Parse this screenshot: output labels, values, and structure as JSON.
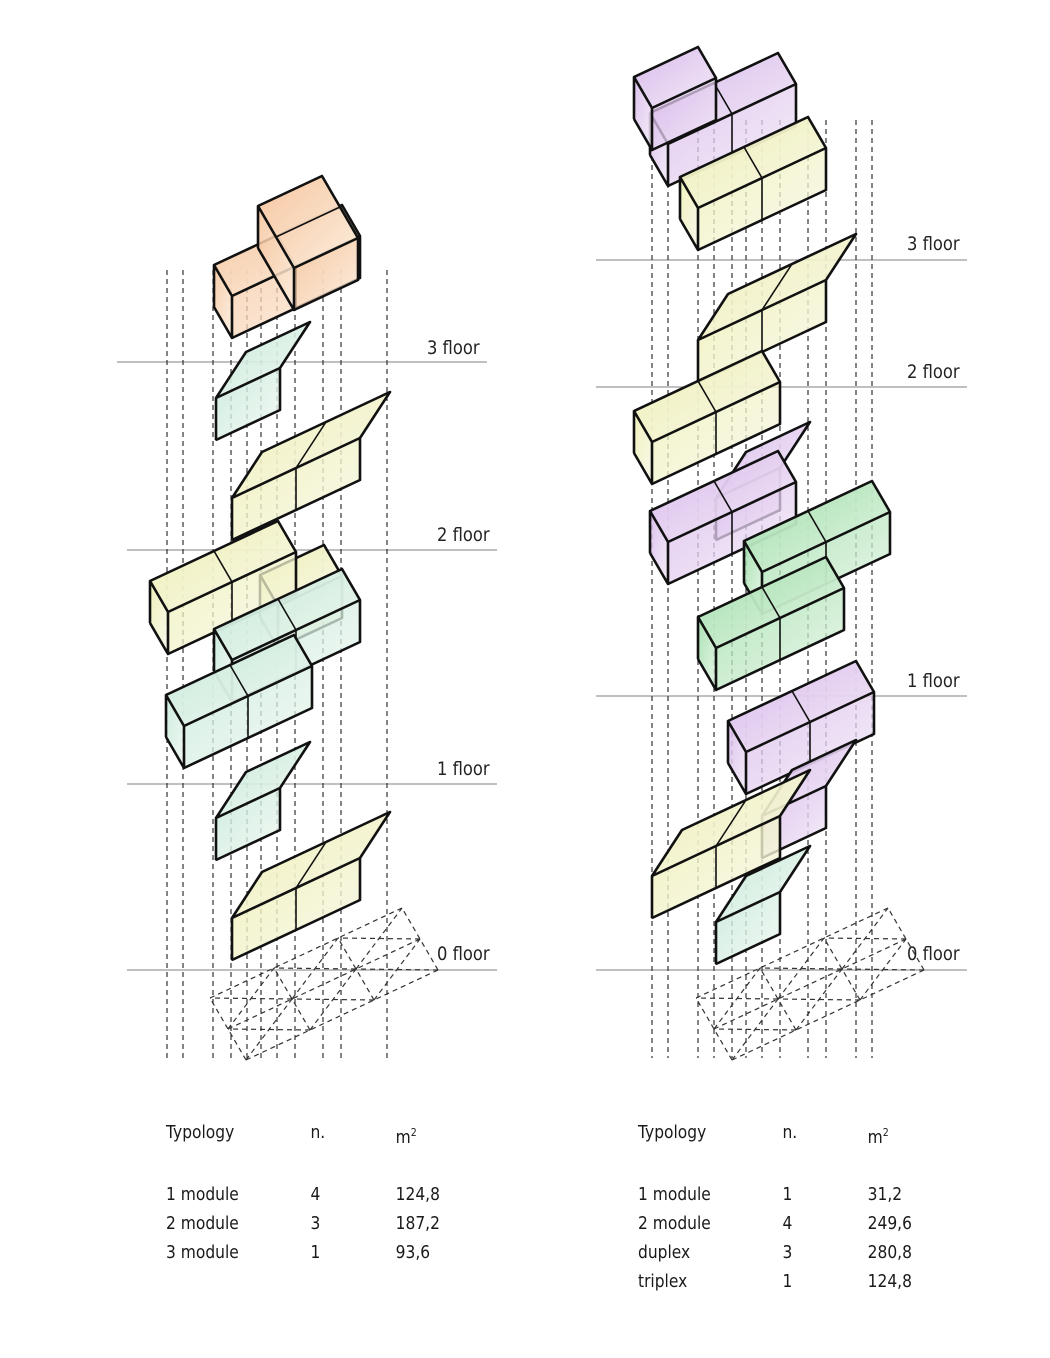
{
  "left": {
    "floors": [
      "3 floor",
      "2 floor",
      "1 floor",
      "0 floor"
    ],
    "table": {
      "headers": [
        "Typology",
        "n.",
        "m2"
      ],
      "rows": [
        [
          "1 module",
          "4",
          "124,8"
        ],
        [
          "2 module",
          "3",
          "187,2"
        ],
        [
          "3 module",
          "1",
          "93,6"
        ]
      ]
    }
  },
  "right": {
    "floors": [
      "3 floor",
      "2 floor",
      "1 floor",
      "0 floor"
    ],
    "table": {
      "headers": [
        "Typology",
        "n.",
        "m2"
      ],
      "rows": [
        [
          "1 module",
          "1",
          "31,2"
        ],
        [
          "2 module",
          "4",
          "249,6"
        ],
        [
          "duplex",
          "3",
          "280,8"
        ],
        [
          "triplex",
          "1",
          "124,8"
        ]
      ]
    }
  },
  "colors": {
    "orange": "#f3c9a4",
    "yellow": "#f1f1b9",
    "mint": "#c9ead7",
    "purple": "#dbc0ea",
    "green": "#a8e0b1",
    "floorline": "#9a9a9a"
  }
}
